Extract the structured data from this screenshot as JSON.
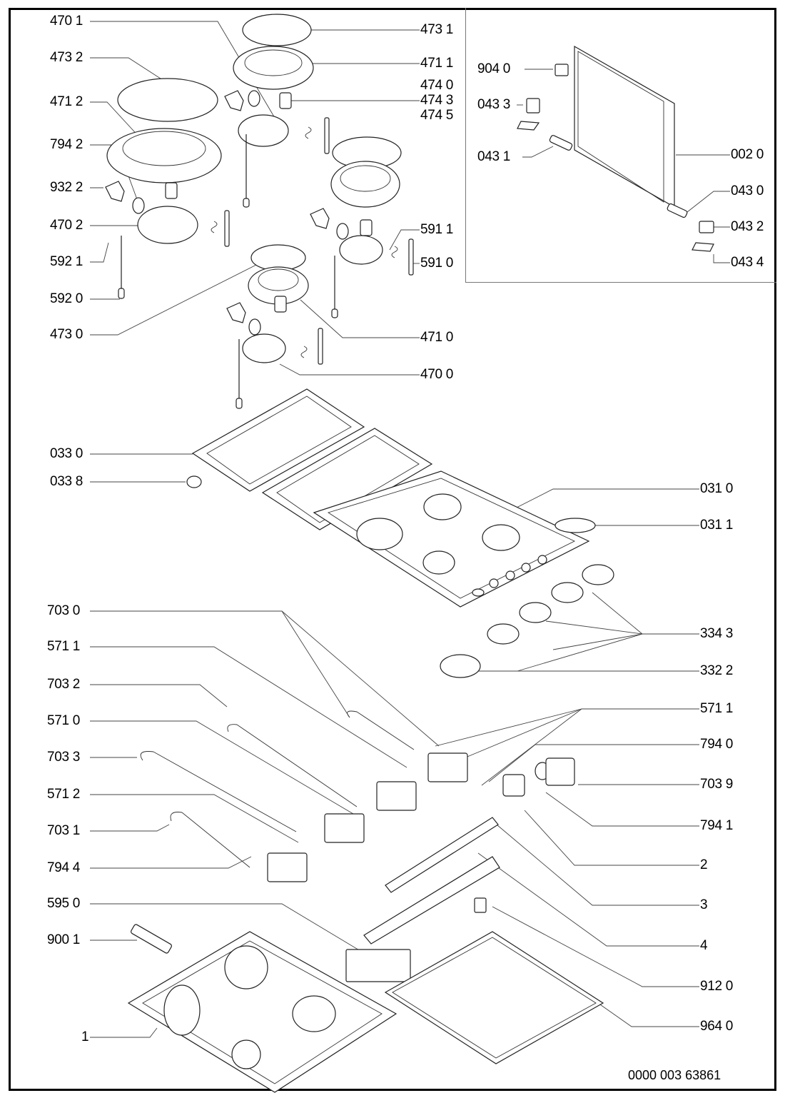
{
  "diagram": {
    "title": "Gas hob exploded parts diagram",
    "document_number": "0000 003 63861",
    "labels": {
      "l_4701": "470 1",
      "l_4732": "473 2",
      "l_4712": "471 2",
      "l_7942": "794 2",
      "l_9322": "932 2",
      "l_4702": "470 2",
      "l_5921": "592 1",
      "l_5920": "592 0",
      "l_4730": "473 0",
      "l_0330": "033 0",
      "l_0338": "033 8",
      "l_7030": "703 0",
      "l_5711a": "571 1",
      "l_7032": "703 2",
      "l_5710": "571 0",
      "l_7033": "703 3",
      "l_5712": "571 2",
      "l_7031": "703 1",
      "l_7944": "794 4",
      "l_5950": "595 0",
      "l_9001": "900 1",
      "l_1": "1",
      "r_4731": "473 1",
      "r_4711": "471 1",
      "r_4740": "474 0",
      "r_4743": "474 3",
      "r_4745": "474 5",
      "r_5911": "591 1",
      "r_5910": "591 0",
      "r_4710": "471 0",
      "r_4700": "470 0",
      "r_0310": "031 0",
      "r_0311": "031 1",
      "r_3343": "334 3",
      "r_3322": "332 2",
      "r_5711b": "571 1",
      "r_7940": "794 0",
      "r_7039": "703 9",
      "r_7941": "794 1",
      "r_2": "2",
      "r_3": "3",
      "r_4": "4",
      "r_9120": "912 0",
      "r_9640": "964 0",
      "i_9040": "904 0",
      "i_0433": "043 3",
      "i_0431": "043 1",
      "i_0020": "002 0",
      "i_0430": "043 0",
      "i_0432": "043 2",
      "i_0434": "043 4"
    }
  }
}
